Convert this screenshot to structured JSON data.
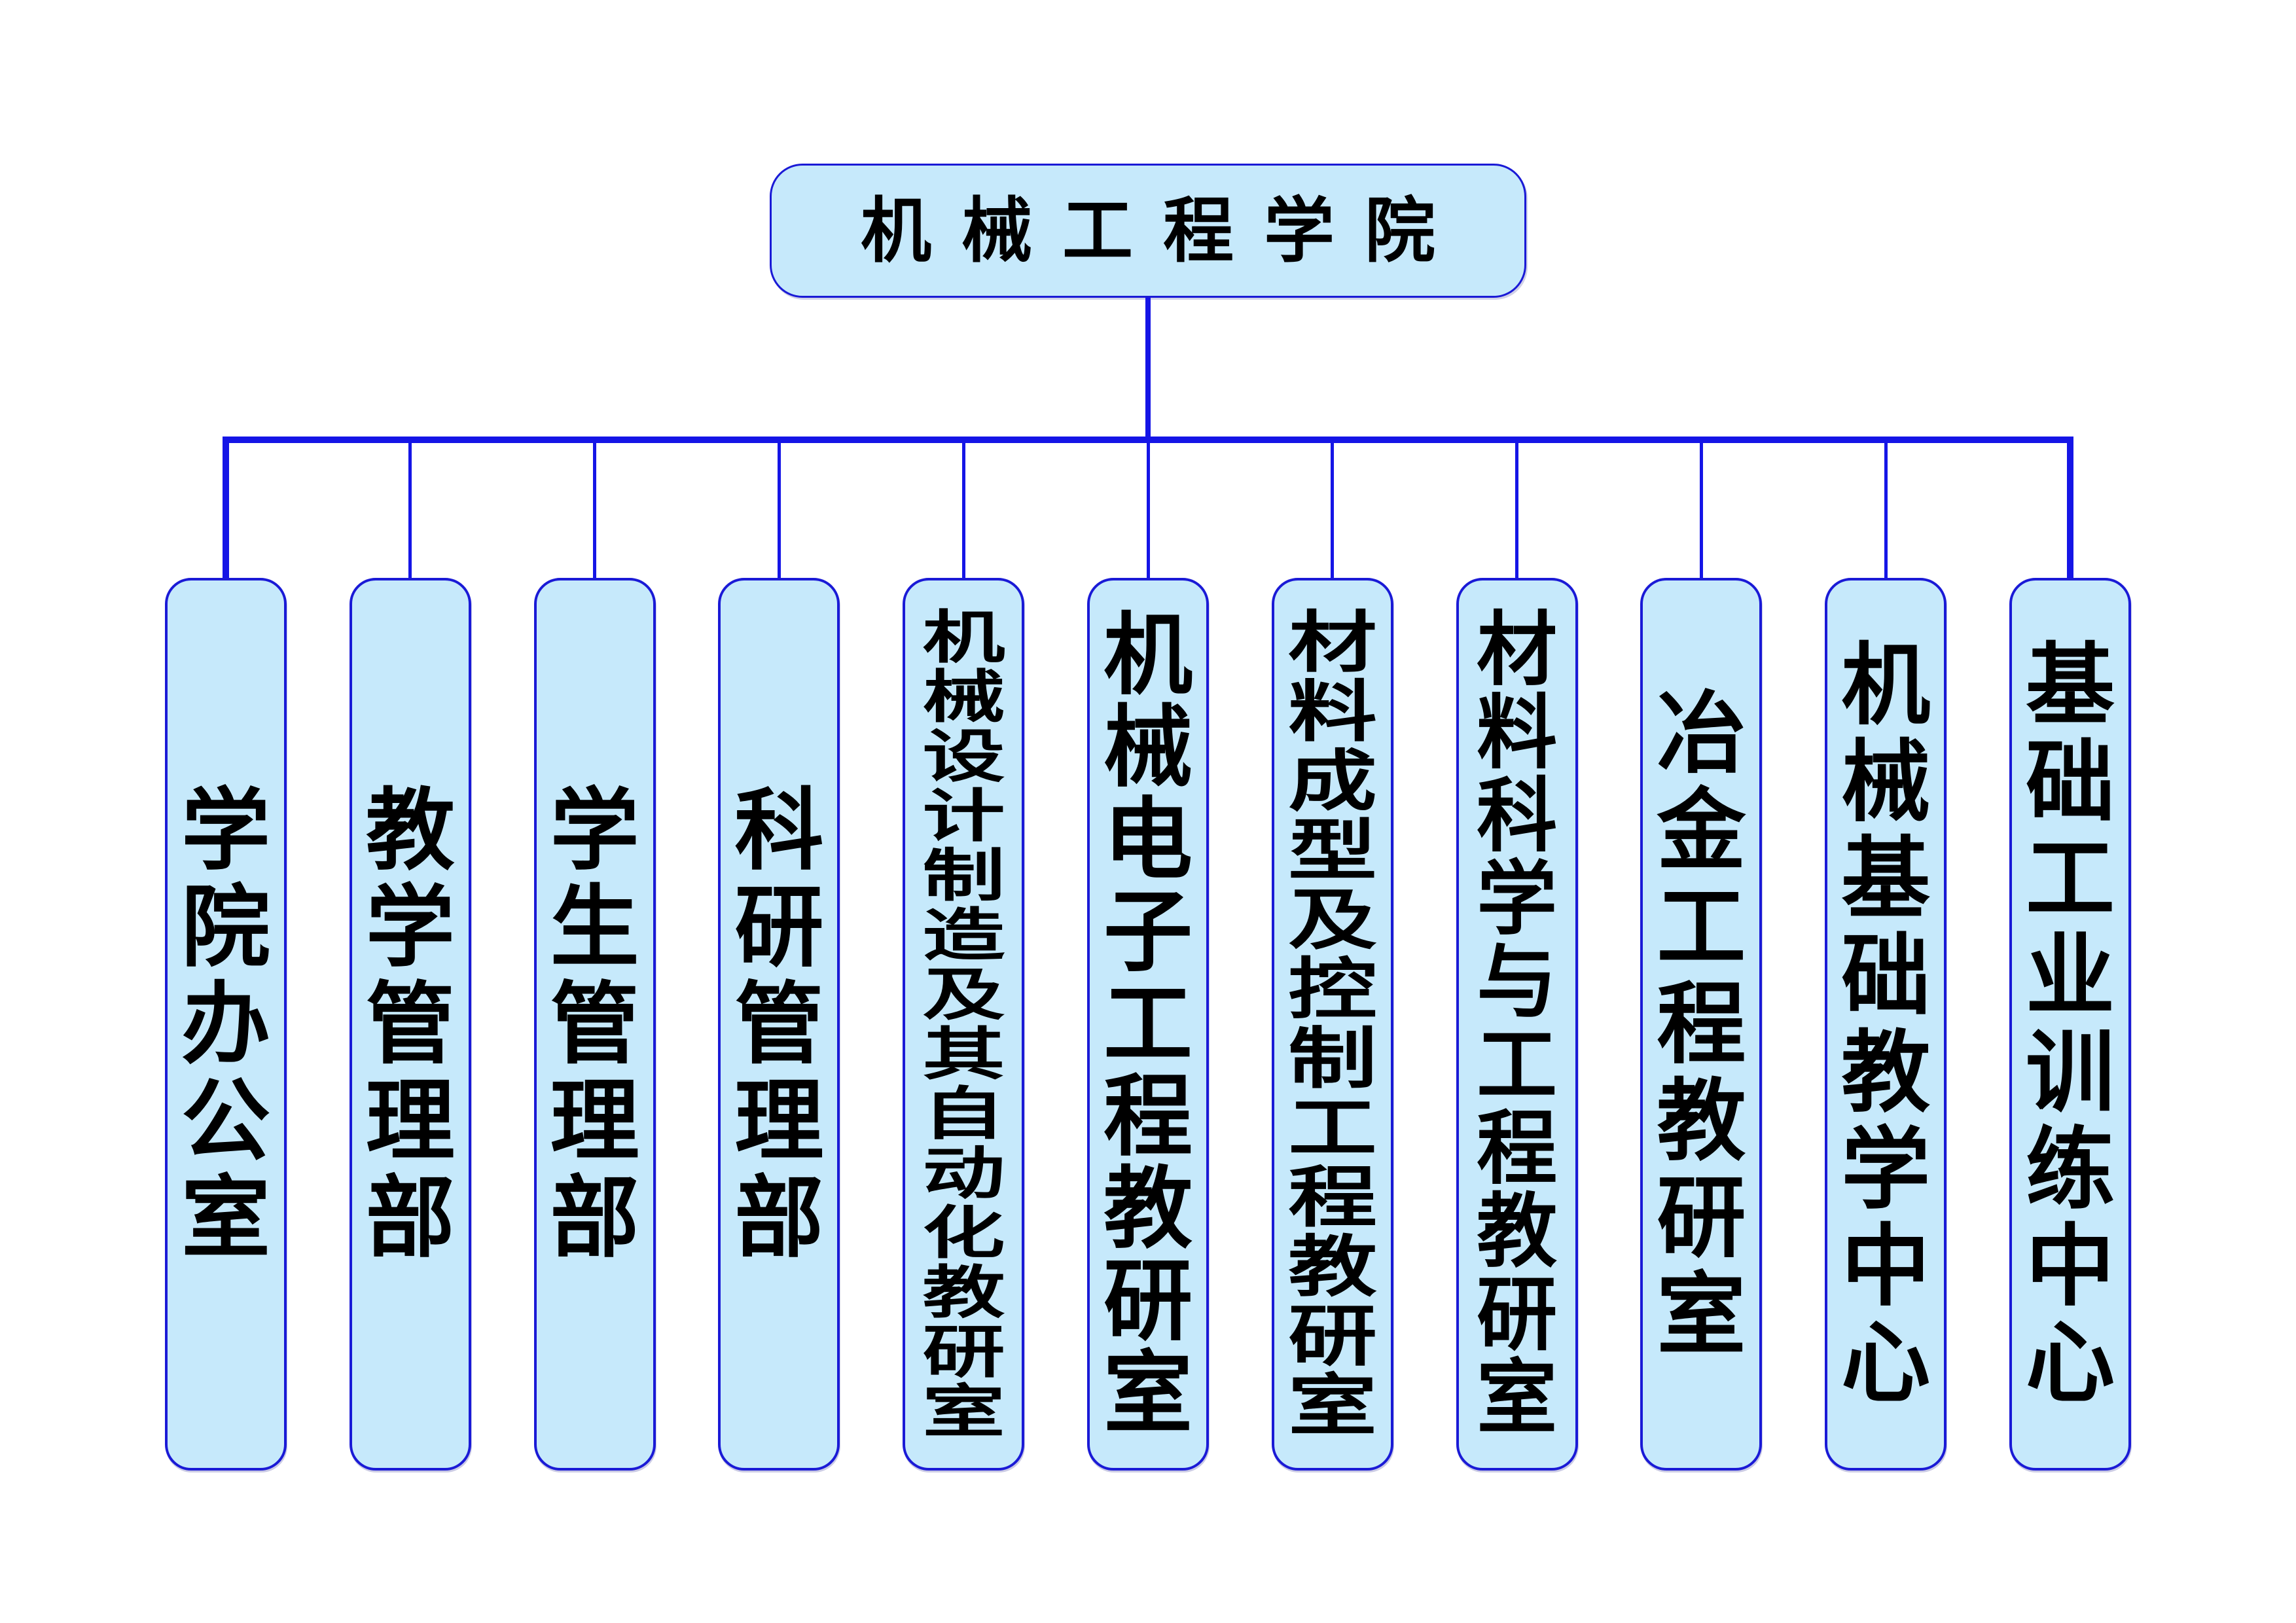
{
  "chart": {
    "type": "org-chart",
    "root": {
      "label": "机械工程学院"
    },
    "departments": [
      {
        "label": "学院办公室"
      },
      {
        "label": "教学管理部"
      },
      {
        "label": "学生管理部"
      },
      {
        "label": "科研管理部"
      },
      {
        "label": "机械设计制造及其自动化教研室"
      },
      {
        "label": "机械电子工程教研室"
      },
      {
        "label": "材料成型及控制工程教研室"
      },
      {
        "label": "材料科学与工程教研室"
      },
      {
        "label": "冶金工程教研室"
      },
      {
        "label": "机械基础教学中心"
      },
      {
        "label": "基础工业训练中心"
      }
    ]
  },
  "colors": {
    "box_fill": "#c6e9fb",
    "box_border": "#1a1ad6",
    "connector": "#1515e6",
    "text": "#000000"
  }
}
